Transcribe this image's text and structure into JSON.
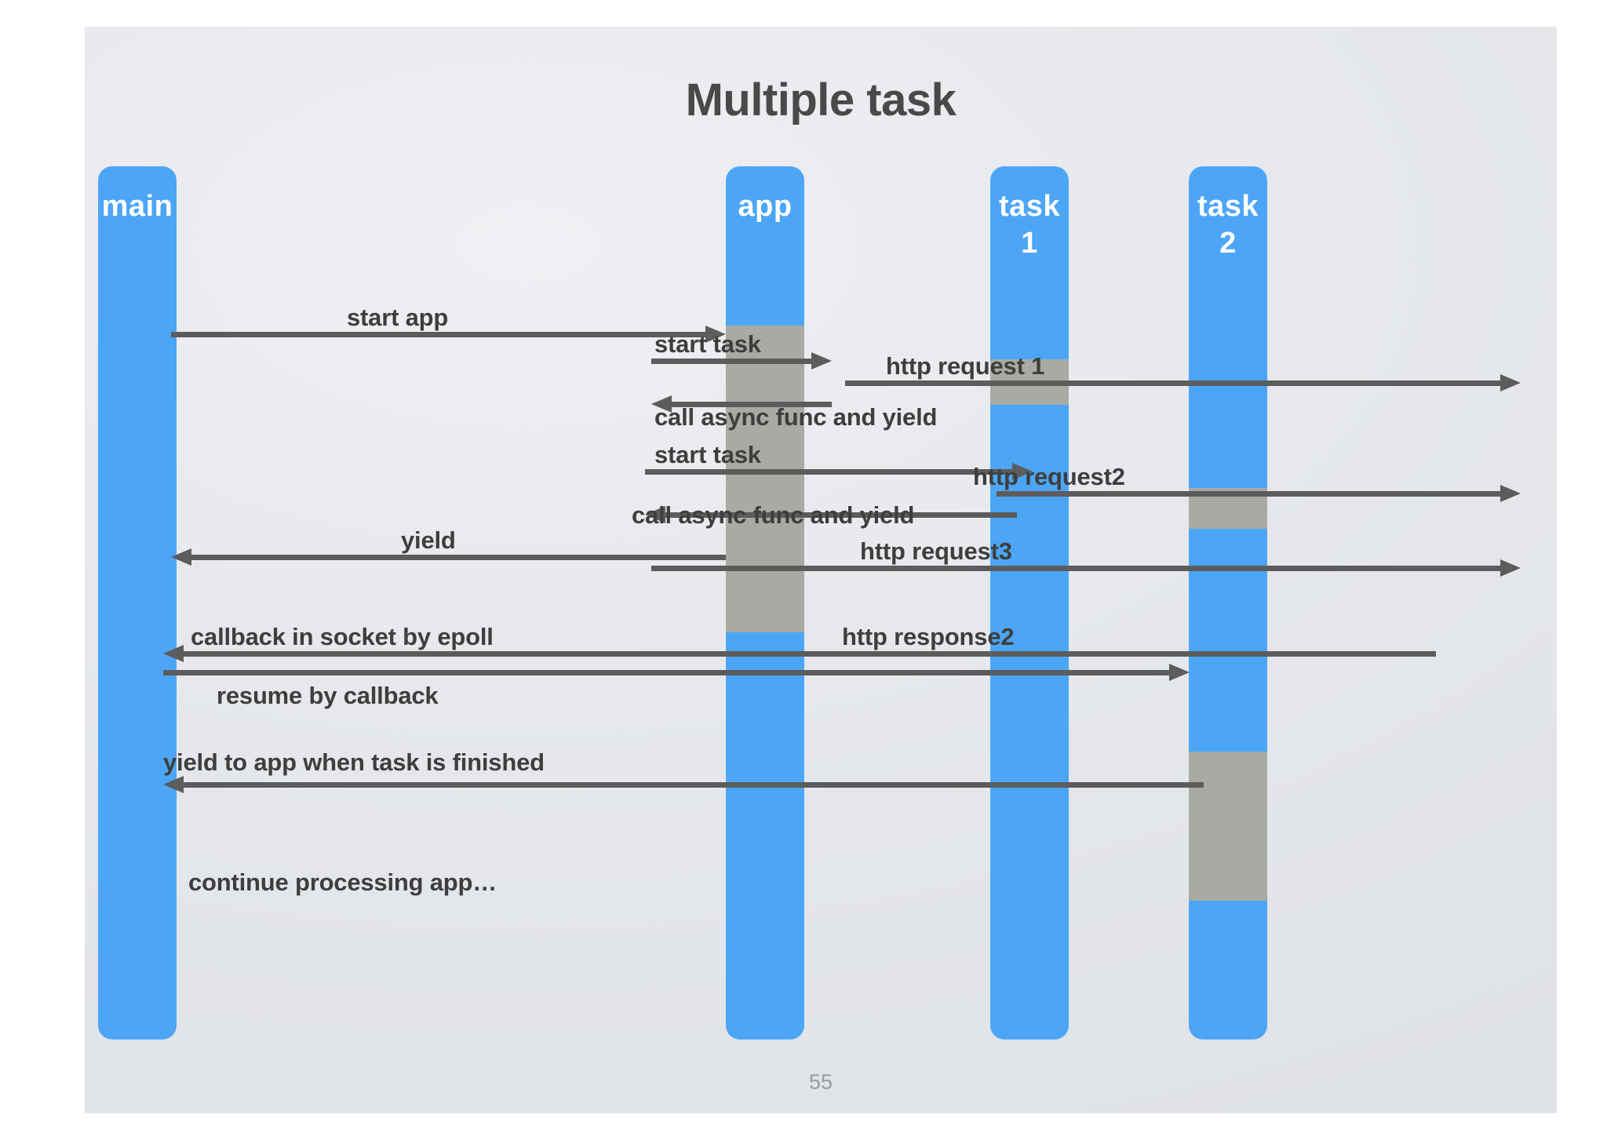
{
  "slide": {
    "title": "Multiple task",
    "page_number": "55",
    "colors": {
      "lifeline": "#4da6f5",
      "activation": "#a8aba4",
      "arrow": "#5c5c5c",
      "text": "#3e3e3e",
      "title": "#494949",
      "background": "#e6e8ec"
    }
  },
  "lifelines": [
    {
      "id": "main",
      "label_line1": "main",
      "label_line2": ""
    },
    {
      "id": "app",
      "label_line1": "app",
      "label_line2": ""
    },
    {
      "id": "task1",
      "label_line1": "task",
      "label_line2": "1"
    },
    {
      "id": "task2",
      "label_line1": "task",
      "label_line2": "2"
    }
  ],
  "messages": [
    {
      "id": "start-app",
      "label": "start app",
      "from": "main",
      "to": "app",
      "direction": "right"
    },
    {
      "id": "start-task-1",
      "label": "start task",
      "from": "app",
      "to": "task1",
      "direction": "right"
    },
    {
      "id": "http-request-1",
      "label": "http request 1",
      "from": "task1",
      "to": "external",
      "direction": "right"
    },
    {
      "id": "call-async-func-yield-1",
      "label": "call async func and yield",
      "from": "task1",
      "to": "app",
      "direction": "left"
    },
    {
      "id": "start-task-2",
      "label": "start task",
      "from": "app",
      "to": "task2",
      "direction": "right"
    },
    {
      "id": "http-request-2",
      "label": "http request2",
      "from": "task2",
      "to": "external",
      "direction": "right"
    },
    {
      "id": "call-async-func-yield-2",
      "label": "call async func and yield",
      "from": "task2",
      "to": "app",
      "direction": "left"
    },
    {
      "id": "http-request-3",
      "label": "http request3",
      "from": "app",
      "to": "external",
      "direction": "right"
    },
    {
      "id": "yield",
      "label": "yield",
      "from": "app",
      "to": "main",
      "direction": "left"
    },
    {
      "id": "http-response-2",
      "label": "http response2",
      "from": "task2",
      "to": "main",
      "direction": "left"
    },
    {
      "id": "callback-in-socket",
      "label": "callback in socket by epoll",
      "from": "external",
      "to": "main",
      "direction": "left"
    },
    {
      "id": "resume-by-callback",
      "label": "resume by callback",
      "from": "main",
      "to": "task2",
      "direction": "right"
    },
    {
      "id": "yield-to-app",
      "label": "yield to app when task is finished",
      "from": "task1",
      "to": "main",
      "direction": "left"
    },
    {
      "id": "continue-processing",
      "label": "continue processing app…",
      "from": "main",
      "to": "main",
      "direction": "none"
    }
  ]
}
